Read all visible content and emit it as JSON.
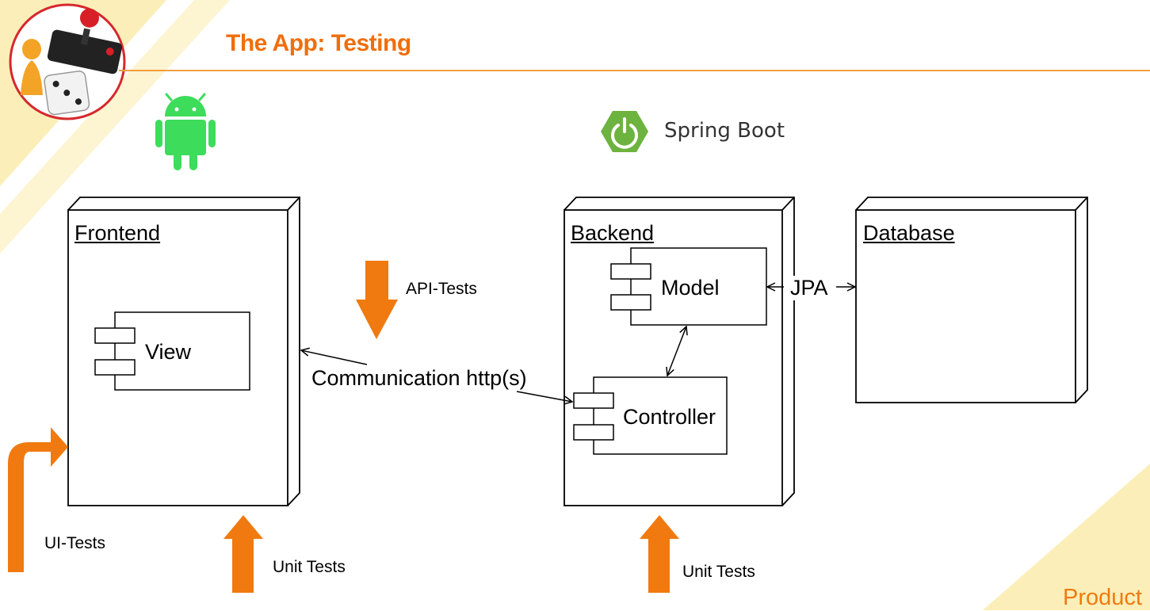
{
  "slide": {
    "title": "The App: Testing",
    "footer": "Product"
  },
  "logos": {
    "android": "android-robot-icon",
    "spring_icon": "spring-power-icon",
    "spring_label": "Spring Boot",
    "app_logo": "board-game-joystick-dice-logo"
  },
  "diagram": {
    "frontend": {
      "title": "Frontend",
      "component": "View"
    },
    "backend": {
      "title": "Backend",
      "model": "Model",
      "controller": "Controller"
    },
    "database": {
      "title": "Database"
    },
    "jpa_label": "JPA",
    "communication_label": "Communication http(s)"
  },
  "tests": {
    "api": "API-Tests",
    "ui": "UI-Tests",
    "unit_frontend": "Unit Tests",
    "unit_backend": "Unit Tests"
  },
  "colors": {
    "accent": "#f07a10",
    "title": "#f06e0a",
    "android_green": "#3ddc5a",
    "spring_green": "#6db33f",
    "corner_stripe": "#fbeeb8"
  }
}
